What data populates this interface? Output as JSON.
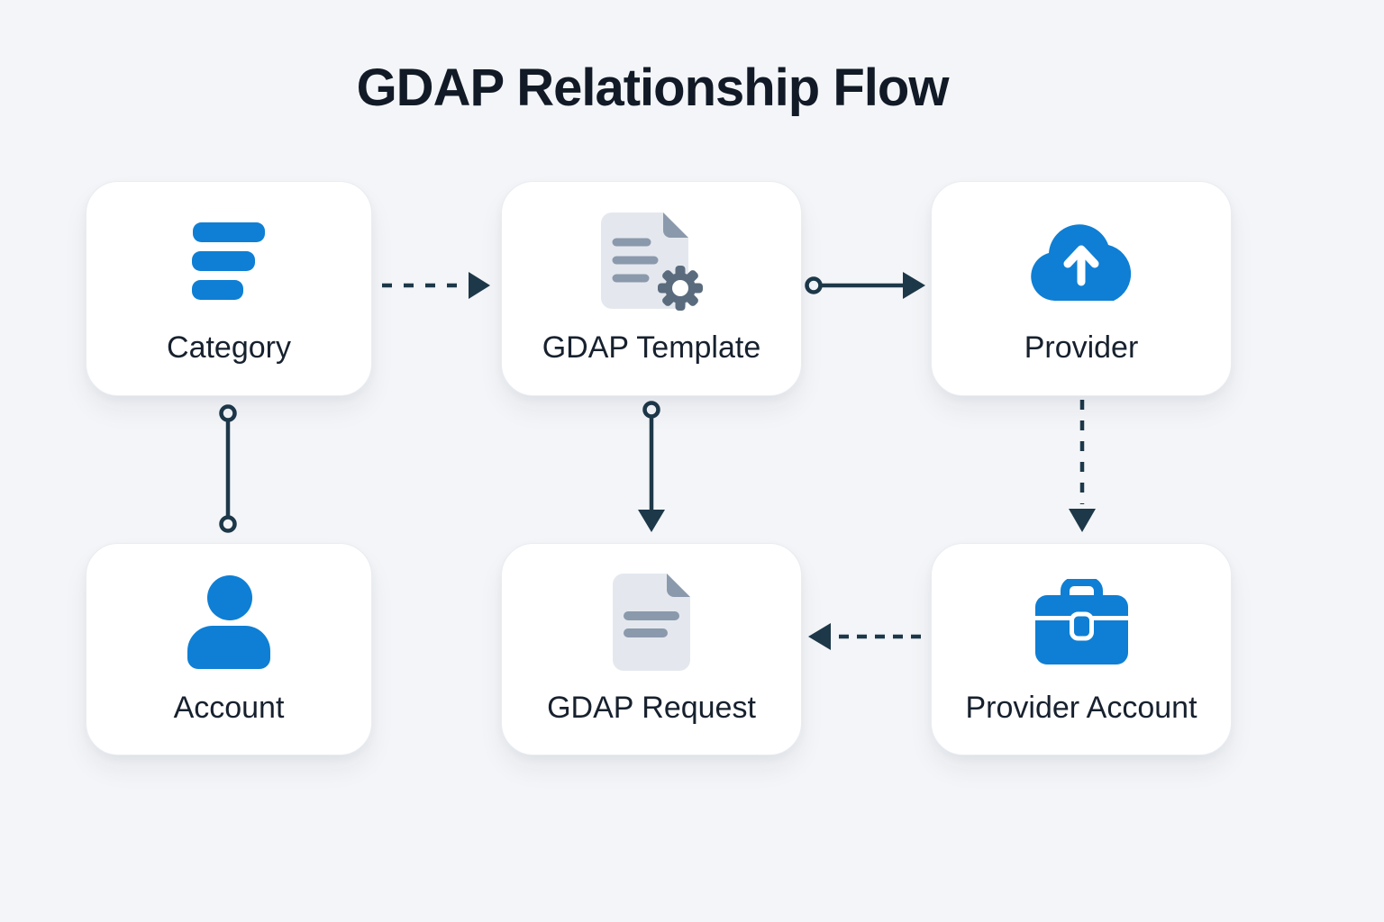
{
  "title": "GDAP Relationship Flow",
  "colors": {
    "background": "#f3f5f8",
    "card_bg": "#ffffff",
    "card_border": "#e9ecf1",
    "accent_blue": "#0e7fd4",
    "connector": "#1d3849",
    "doc_fill": "#e4e8ee",
    "doc_detail": "#8b99ac",
    "gear": "#5b6b7e",
    "title_text": "#111a26",
    "label_text": "#17212e"
  },
  "nodes": [
    {
      "id": "category",
      "label": "Category",
      "icon": "list-bars-icon"
    },
    {
      "id": "gdap-template",
      "label": "GDAP Template",
      "icon": "document-gear-icon"
    },
    {
      "id": "provider",
      "label": "Provider",
      "icon": "cloud-upload-icon"
    },
    {
      "id": "account",
      "label": "Account",
      "icon": "person-icon"
    },
    {
      "id": "gdap-request",
      "label": "GDAP Request",
      "icon": "document-icon"
    },
    {
      "id": "provider-account",
      "label": "Provider Account",
      "icon": "briefcase-icon"
    }
  ],
  "connectors": [
    {
      "from": "category",
      "to": "gdap-template",
      "style": "dashed",
      "ends": "arrow"
    },
    {
      "from": "gdap-template",
      "to": "provider",
      "style": "solid",
      "ends": "circle-arrow"
    },
    {
      "from": "category",
      "to": "account",
      "style": "solid",
      "ends": "circle-circle"
    },
    {
      "from": "gdap-template",
      "to": "gdap-request",
      "style": "solid",
      "ends": "circle-arrow"
    },
    {
      "from": "provider",
      "to": "provider-account",
      "style": "dashed",
      "ends": "arrow"
    },
    {
      "from": "provider-account",
      "to": "gdap-request",
      "style": "dashed",
      "ends": "arrow"
    }
  ]
}
